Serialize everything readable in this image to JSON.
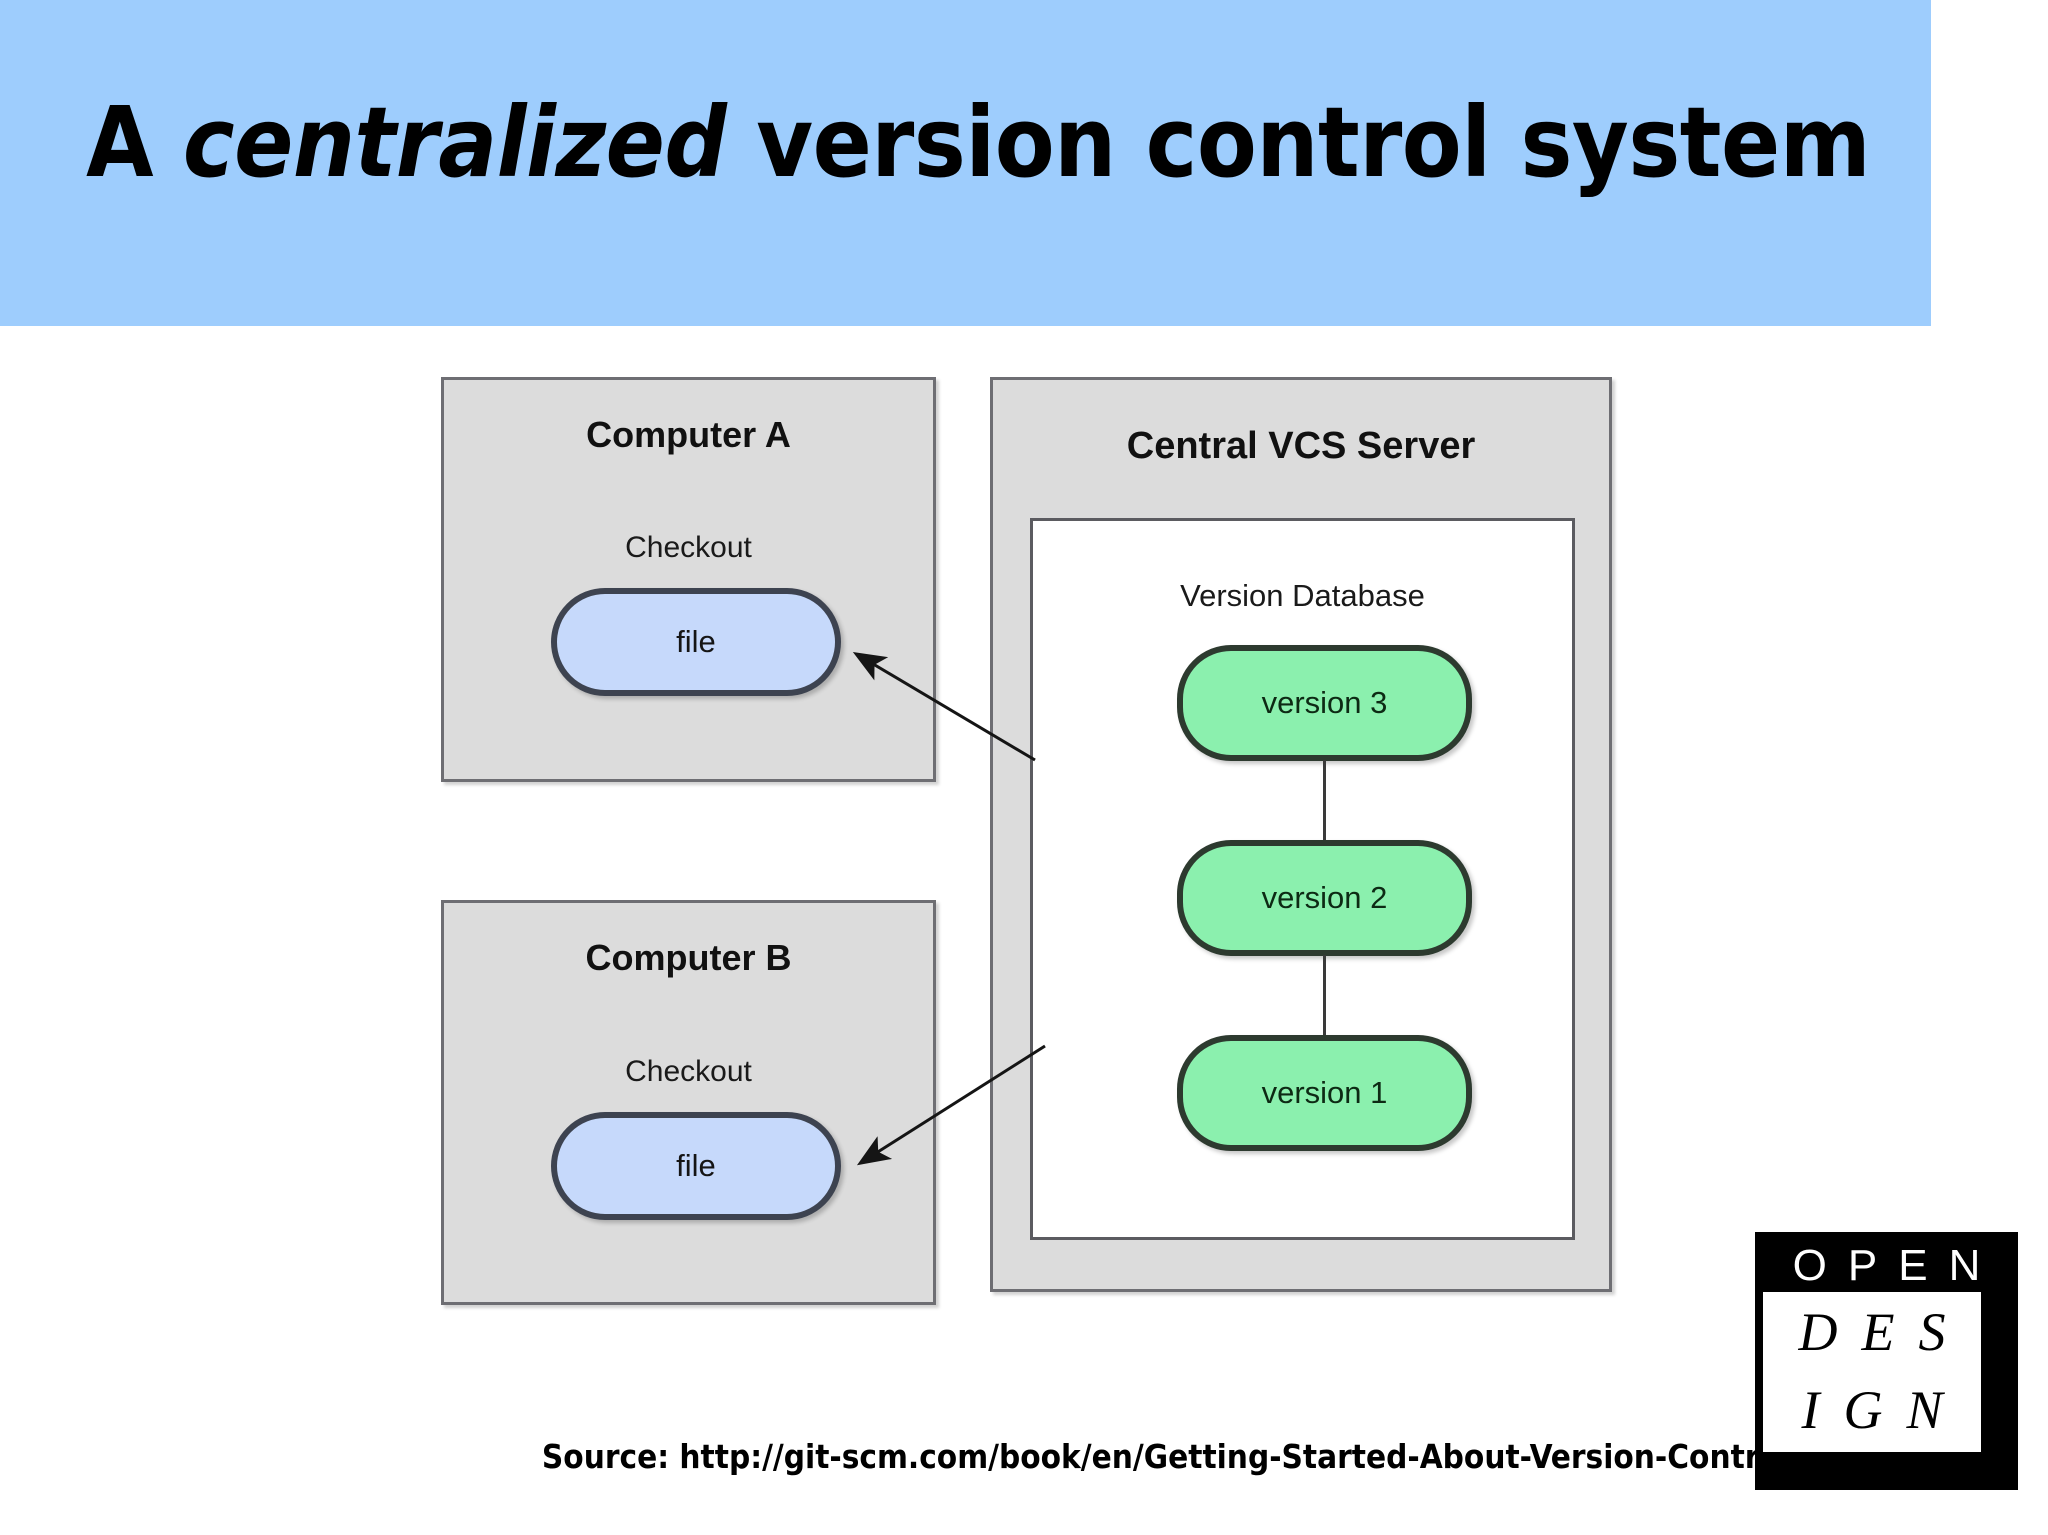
{
  "slide": {
    "title_prefix": "A ",
    "title_emphasis": "centralized",
    "title_suffix": " version control system",
    "title_full": "A centralized version control system",
    "band_color": "#9ecdfd",
    "background_color": "#ffffff"
  },
  "diagram": {
    "panels": [
      {
        "id": "computer-a",
        "heading": "Computer A",
        "sub_label": "Checkout",
        "node_label": "file",
        "fill": "#dcdcdc",
        "node_fill": "#c6d9fb"
      },
      {
        "id": "computer-b",
        "heading": "Computer B",
        "sub_label": "Checkout",
        "node_label": "file",
        "fill": "#dcdcdc",
        "node_fill": "#c6d9fb"
      },
      {
        "id": "vcs-server",
        "heading": "Central VCS Server",
        "sub_label": "Version Database",
        "fill": "#dcdcdc",
        "inner_fill": "#ffffff"
      }
    ],
    "versions": [
      {
        "label": "version 3",
        "fill": "#8bf0ae"
      },
      {
        "label": "version 2",
        "fill": "#8bf0ae"
      },
      {
        "label": "version 1",
        "fill": "#8bf0ae"
      }
    ],
    "arrows": [
      {
        "name": "server-to-computer-a",
        "from": "Central VCS Server",
        "to": "Computer A file"
      },
      {
        "name": "server-to-computer-b",
        "from": "Central VCS Server",
        "to": "Computer B file"
      }
    ]
  },
  "footer": {
    "source_text": "Source: http://git-scm.com/book/en/Getting-Started-About-Version-Control"
  },
  "logo": {
    "line1": "OPEN",
    "line2": "DES",
    "line3": "IGN",
    "background": "#000000",
    "inner_background": "#ffffff"
  }
}
